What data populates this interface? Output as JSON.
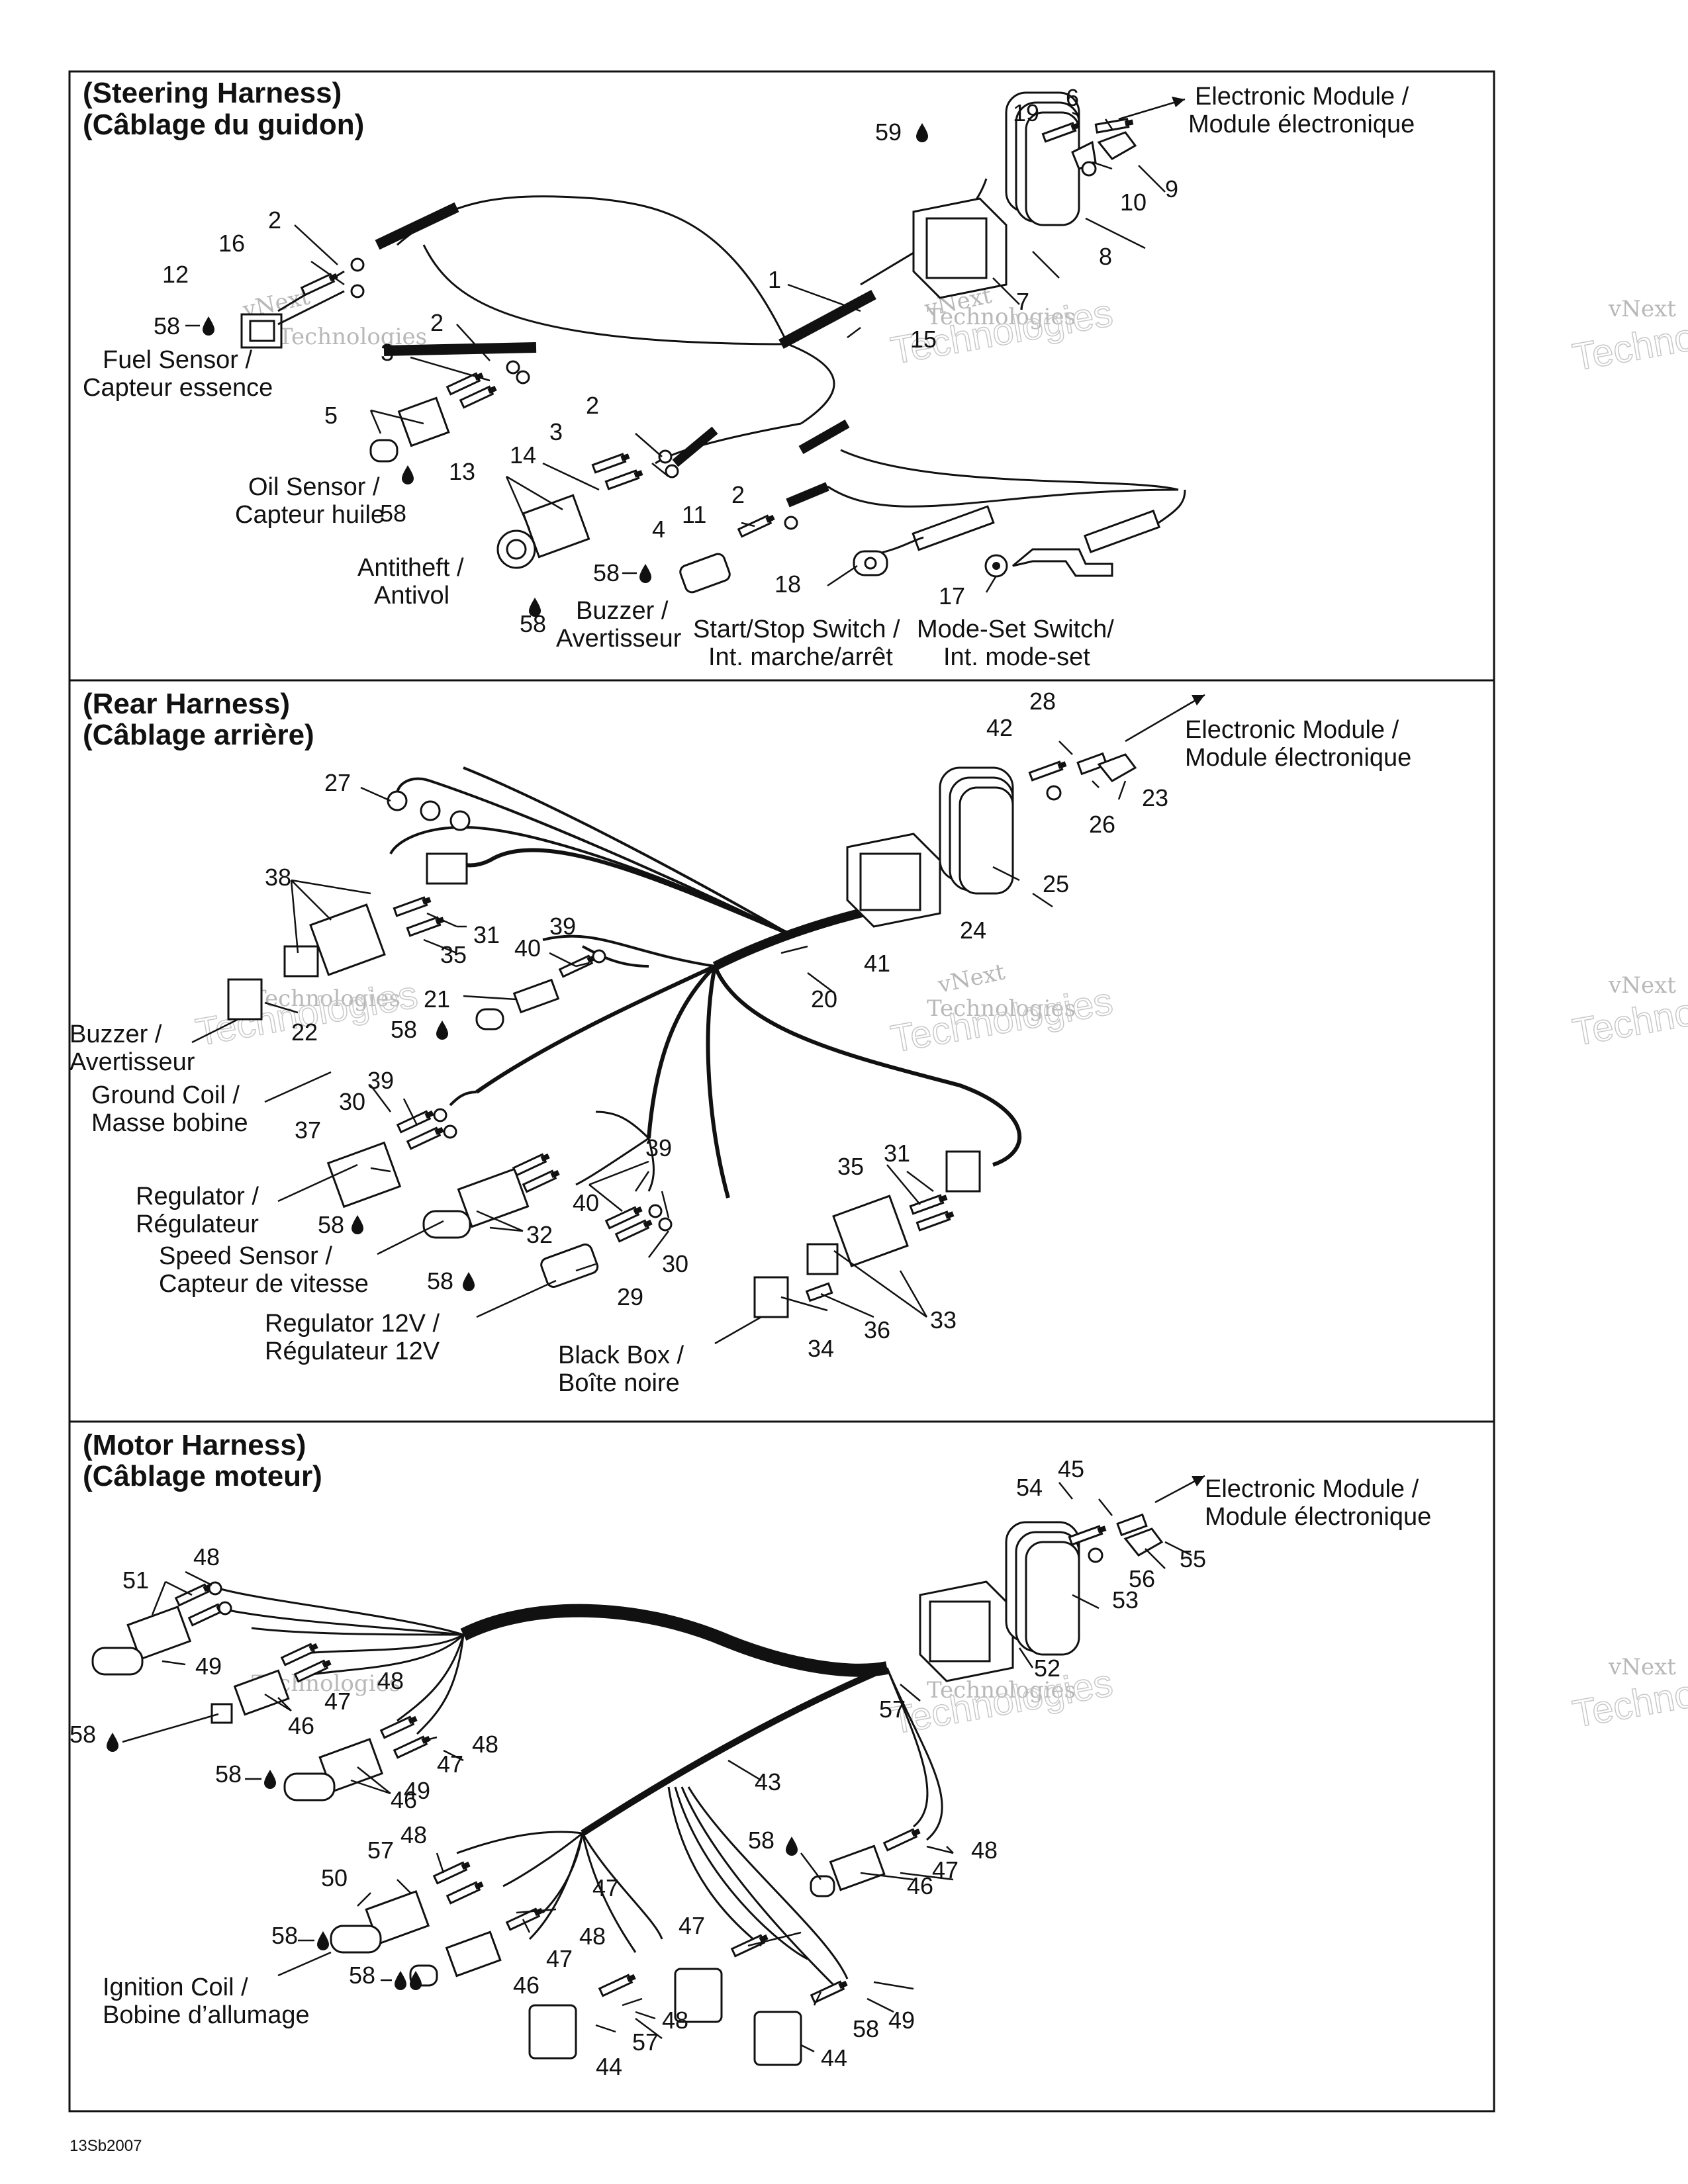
{
  "sections": [
    {
      "title_en": "(Steering Harness)",
      "title_fr": "(Câblage du guidon)",
      "labels": [
        {
          "l1": "Electronic Module /",
          "l2": "Module électronique"
        },
        {
          "l1": "Fuel Sensor /",
          "l2": "Capteur essence"
        },
        {
          "l1": "Oil Sensor /",
          "l2": "Capteur huile"
        },
        {
          "l1": "Antitheft /",
          "l2": "Antivol"
        },
        {
          "l1": "Buzzer /",
          "l2": "Avertisseur"
        },
        {
          "l1": "Start/Stop Switch /",
          "l2": "Int. marche/arrêt"
        },
        {
          "l1": "Mode-Set Switch/",
          "l2": "Int. mode-set"
        }
      ],
      "numbers": [
        "1",
        "2",
        "2",
        "2",
        "2",
        "3",
        "3",
        "4",
        "5",
        "6",
        "7",
        "8",
        "9",
        "10",
        "11",
        "12",
        "13",
        "14",
        "15",
        "16",
        "17",
        "18",
        "19",
        "58",
        "58",
        "58",
        "58",
        "59"
      ]
    },
    {
      "title_en": "(Rear Harness)",
      "title_fr": "(Câblage arrière)",
      "labels": [
        {
          "l1": "Electronic Module /",
          "l2": "Module électronique"
        },
        {
          "l1": "Buzzer /",
          "l2": "Avertisseur"
        },
        {
          "l1": "Ground Coil /",
          "l2": "Masse bobine"
        },
        {
          "l1": "Regulator /",
          "l2": "Régulateur"
        },
        {
          "l1": "Speed Sensor /",
          "l2": "Capteur de vitesse"
        },
        {
          "l1": "Regulator 12V /",
          "l2": "Régulateur 12V"
        },
        {
          "l1": "Black Box /",
          "l2": "Boîte noire"
        }
      ],
      "numbers": [
        "20",
        "21",
        "22",
        "23",
        "24",
        "25",
        "26",
        "27",
        "28",
        "29",
        "30",
        "30",
        "31",
        "31",
        "32",
        "33",
        "34",
        "35",
        "35",
        "36",
        "37",
        "38",
        "39",
        "39",
        "39",
        "40",
        "40",
        "41",
        "42",
        "58",
        "58",
        "58"
      ]
    },
    {
      "title_en": "(Motor Harness)",
      "title_fr": "(Câblage moteur)",
      "labels": [
        {
          "l1": "Electronic Module /",
          "l2": "Module électronique"
        },
        {
          "l1": "Ignition Coil /",
          "l2": "Bobine d’allumage"
        }
      ],
      "numbers": [
        "43",
        "44",
        "44",
        "45",
        "46",
        "46",
        "46",
        "46",
        "47",
        "47",
        "47",
        "47",
        "47",
        "47",
        "48",
        "48",
        "48",
        "48",
        "48",
        "48",
        "48",
        "49",
        "49",
        "49",
        "50",
        "51",
        "52",
        "53",
        "54",
        "55",
        "56",
        "57",
        "57",
        "57",
        "58",
        "58",
        "58",
        "58",
        "58",
        "58"
      ]
    }
  ],
  "watermark": {
    "brand": "vNext",
    "line2": "Technologies"
  },
  "figure_code": "13Sb2007"
}
